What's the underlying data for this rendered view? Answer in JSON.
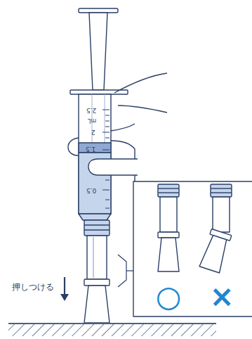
{
  "diagram": {
    "labels": [
      "2.5",
      "mL",
      "2",
      "1.5",
      "0.5",
      "押しつける",
      "○",
      "×"
    ]
  }
}
